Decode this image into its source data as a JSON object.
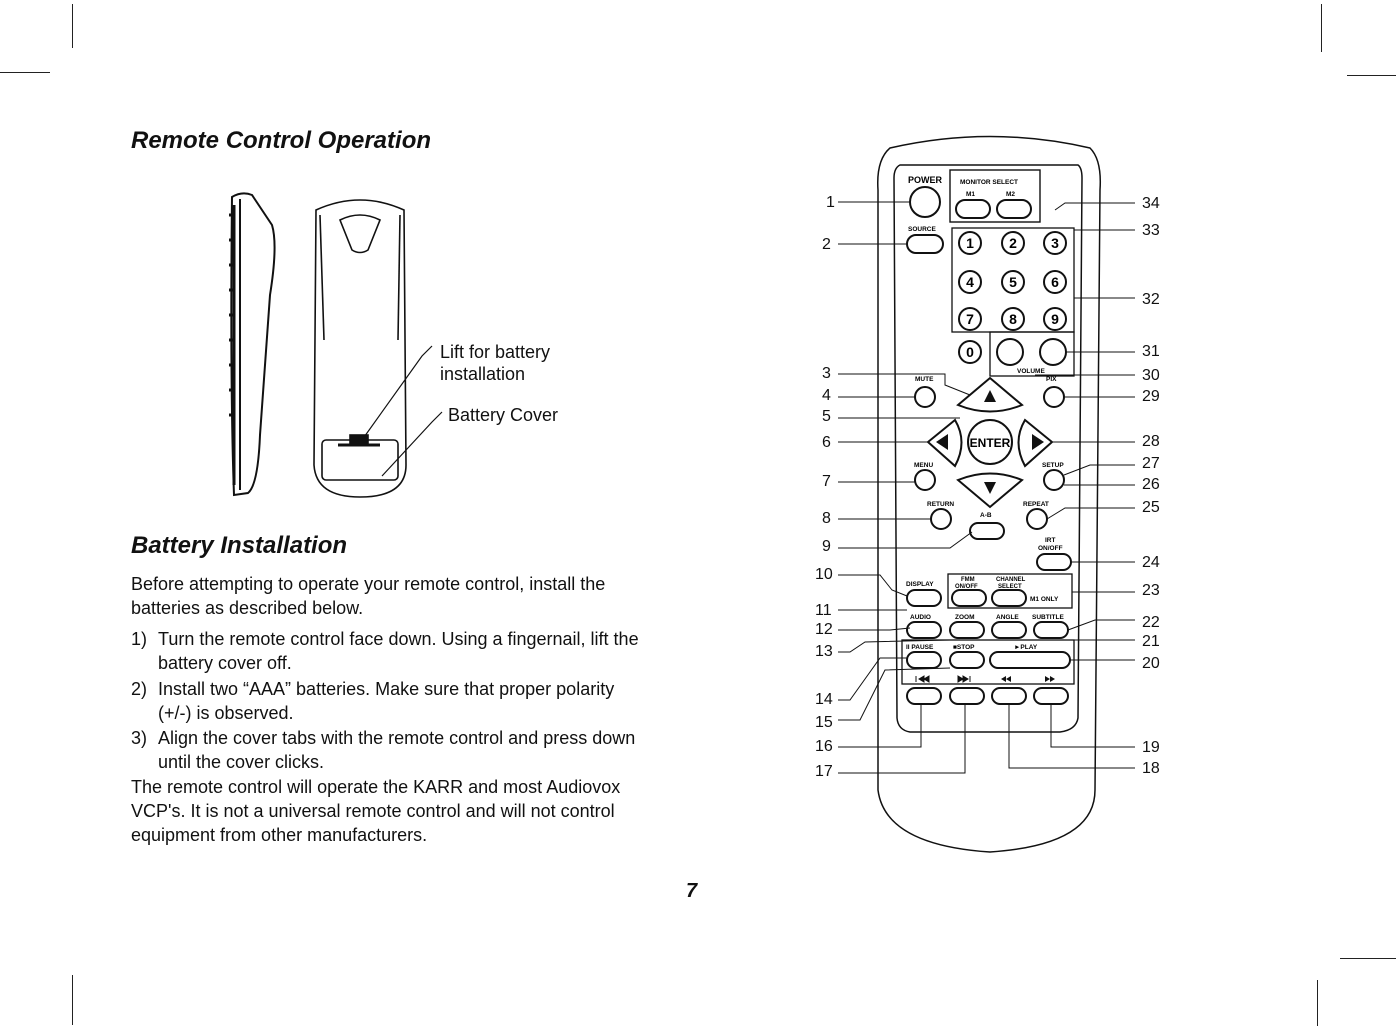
{
  "sections": {
    "remote_title": "Remote Control Operation",
    "battery_title": "Battery Installation"
  },
  "figure_left": {
    "callout_lift": [
      "Lift for battery",
      "installation"
    ],
    "callout_cover": "Battery Cover"
  },
  "battery": {
    "intro": [
      "Before attempting to operate your remote control, install the",
      "batteries as described below."
    ],
    "steps": [
      {
        "n": "1)",
        "lines": [
          "Turn the remote control face down. Using a fingernail, lift the",
          "battery cover off."
        ]
      },
      {
        "n": "2)",
        "lines": [
          "Install two “AAA” batteries. Make sure that proper polarity",
          "(+/-) is observed."
        ]
      },
      {
        "n": "3)",
        "lines": [
          "Align the cover tabs with the remote control and press down",
          "until the cover clicks."
        ]
      }
    ],
    "footer": [
      "The remote control will operate the KARR and most Audiovox",
      "VCP's. It is not a universal remote control and will not control",
      "equipment from other manufacturers."
    ]
  },
  "remote": {
    "power": "POWER",
    "monitor_select": "MONITOR SELECT",
    "m1": "M1",
    "m2": "M2",
    "source": "SOURCE",
    "digits": [
      "1",
      "2",
      "3",
      "4",
      "5",
      "6",
      "7",
      "8",
      "9",
      "0"
    ],
    "volume": "VOLUME",
    "mute": "MUTE",
    "pix": "PIX",
    "enter": "ENTER",
    "menu": "MENU",
    "setup": "SETUP",
    "return": "RETURN",
    "repeat": "REPEAT",
    "ab": "A-B",
    "irt": [
      "IRT",
      "ON/OFF"
    ],
    "display": "DISPLAY",
    "fmm": [
      "FMM",
      "ON/OFF"
    ],
    "channel_select": [
      "CHANNEL",
      "SELECT"
    ],
    "m1_only": "M1 ONLY",
    "audio": "AUDIO",
    "zoom": "ZOOM",
    "angle": "ANGLE",
    "subtitle": "SUBTITLE",
    "pause": "II PAUSE",
    "stop": "■STOP",
    "play": "►PLAY"
  },
  "callout_numbers_left": [
    "1",
    "2",
    "3",
    "4",
    "5",
    "6",
    "7",
    "8",
    "9",
    "10",
    "11",
    "12",
    "13",
    "14",
    "15",
    "16",
    "17"
  ],
  "callout_numbers_right": [
    "34",
    "33",
    "32",
    "31",
    "30",
    "29",
    "28",
    "27",
    "26",
    "25",
    "24",
    "23",
    "22",
    "21",
    "20",
    "19",
    "18"
  ],
  "page_number": "7"
}
